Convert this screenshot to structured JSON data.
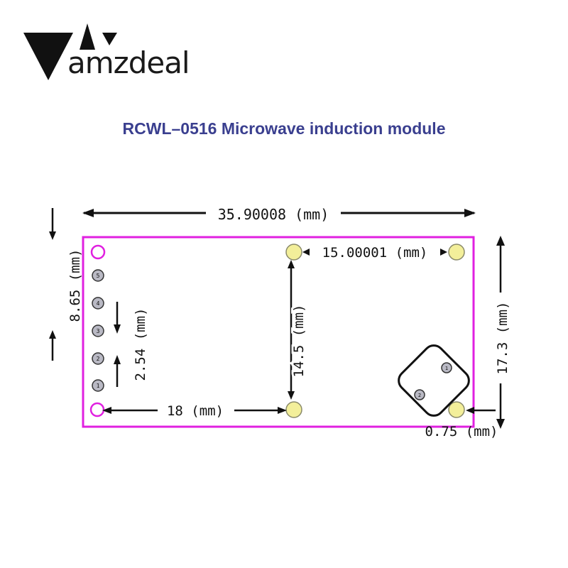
{
  "brand": {
    "name": "amzdeal"
  },
  "title": "RCWL–0516 Microwave induction module",
  "dimensions": {
    "overall_width": "35.90008 (mm)",
    "top_hole_spacing": "15.00001 (mm)",
    "hole_vertical": "14.5 (mm)",
    "bottom_left_to_hole": "18 (mm)",
    "overall_height": "17.3 (mm)",
    "pin_offset_top": "8.65 (mm)",
    "pin_pitch": "2.54 (mm)",
    "edge_offset": "0.75 (mm)"
  },
  "pins": {
    "header_labels": [
      "5",
      "4",
      "3",
      "2",
      "1"
    ],
    "antenna_labels": [
      "1",
      "2"
    ]
  },
  "colors": {
    "board_outline": "#e020e0",
    "pad_fill": "#f3ef9a",
    "pin_fill": "#b9b9c4",
    "title": "#3a3f8f"
  }
}
